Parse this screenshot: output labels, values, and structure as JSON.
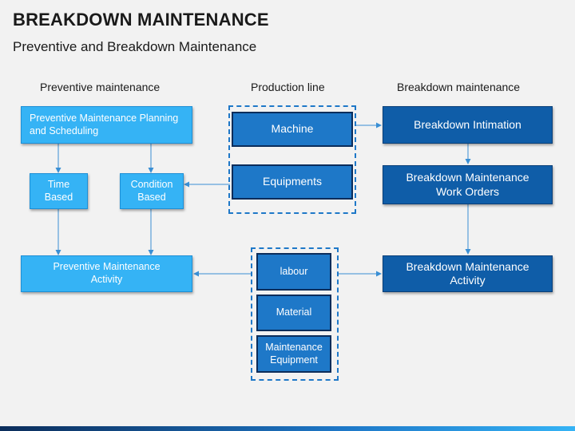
{
  "header": {
    "title": "BREAKDOWN MAINTENANCE",
    "subtitle": "Preventive and Breakdown Maintenance"
  },
  "columns": {
    "preventive": "Preventive maintenance",
    "production": "Production line",
    "breakdown": "Breakdown maintenance"
  },
  "preventive": {
    "planning": "Preventive Maintenance Planning and Scheduling",
    "time_based": "Time Based",
    "condition_based": "Condition Based",
    "activity": "Preventive Maintenance Activity"
  },
  "production": {
    "machine": "Machine",
    "equipments": "Equipments"
  },
  "resources": {
    "labour": "labour",
    "material": "Material",
    "maintenance_equipment": "Maintenance Equipment"
  },
  "breakdown": {
    "intimation": "Breakdown Intimation",
    "work_orders": "Breakdown Maintenance Work Orders",
    "activity": "Breakdown Maintenance Activity"
  },
  "colors": {
    "light_box": "#35b3f5",
    "mid_box": "#1e78c8",
    "dark_box": "#0f5da8",
    "arrow": "#3a8fd4"
  }
}
